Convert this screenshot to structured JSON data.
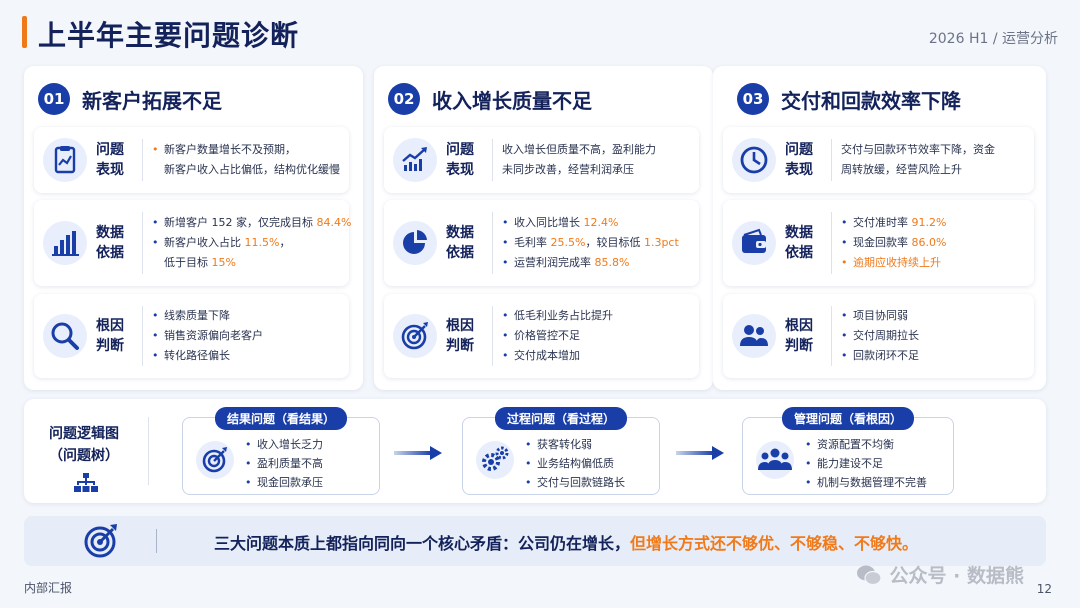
{
  "header": {
    "title": "上半年主要问题诊断",
    "period": "2026 H1 / 运营分析"
  },
  "cards": [
    {
      "num": "01",
      "title": "新客户拓展不足",
      "rows": [
        {
          "label": "问题\n表现",
          "icon": "clipboard-chart-icon",
          "lines": [
            "新客户数量增长不及预期，",
            "新客户收入占比偏低，结构优化缓慢"
          ]
        },
        {
          "label": "数据\n依据",
          "icon": "bar-chart-icon",
          "lines": [
            {
              "text": "新增客户 152 家，仅完成目标 ",
              "hl": "84.4%"
            },
            {
              "text": "新客户收入占比 ",
              "hl": "11.5%",
              "after": "，"
            },
            {
              "text": "低于目标 ",
              "hl": "15%"
            }
          ]
        },
        {
          "label": "根因\n判断",
          "icon": "magnifier-icon",
          "lines": [
            "线索质量下降",
            "销售资源偏向老客户",
            "转化路径偏长"
          ]
        }
      ]
    },
    {
      "num": "02",
      "title": "收入增长质量不足",
      "rows": [
        {
          "label": "问题\n表现",
          "icon": "trend-up-icon",
          "lines": [
            "收入增长但质量不高，盈利能力",
            "未同步改善，经营利润承压"
          ]
        },
        {
          "label": "数据\n依据",
          "icon": "pie-chart-icon",
          "lines": [
            {
              "text": "收入同比增长 ",
              "hl": "12.4%"
            },
            {
              "text": "毛利率 ",
              "hl": "25.5%",
              "after": "，较目标低 ",
              "hl2": "1.3pct"
            },
            {
              "text": "运营利润完成率 ",
              "hl": "85.8%"
            }
          ]
        },
        {
          "label": "根因\n判断",
          "icon": "target-icon",
          "lines": [
            "低毛利业务占比提升",
            "价格管控不足",
            "交付成本增加"
          ]
        }
      ]
    },
    {
      "num": "03",
      "title": "交付和回款效率下降",
      "rows": [
        {
          "label": "问题\n表现",
          "icon": "clock-icon",
          "lines": [
            "交付与回款环节效率下降，资金",
            "周转放缓，经营风险上升"
          ]
        },
        {
          "label": "数据\n依据",
          "icon": "wallet-icon",
          "lines": [
            {
              "text": "交付准时率 ",
              "hl": "91.2%"
            },
            {
              "text": "现金回款率 ",
              "hl": "86.0%"
            },
            {
              "text": "",
              "hl": "逾期应收持续上升"
            }
          ]
        },
        {
          "label": "根因\n判断",
          "icon": "people-icon",
          "lines": [
            "项目协同弱",
            "交付周期拉长",
            "回款闭环不足"
          ]
        }
      ]
    }
  ],
  "logic": {
    "title_line1": "问题逻辑图",
    "title_line2": "（问题树）",
    "boxes": [
      {
        "tag": "结果问题（看结果）",
        "icon": "target-icon",
        "items": [
          "收入增长乏力",
          "盈利质量不高",
          "现金回款承压"
        ]
      },
      {
        "tag": "过程问题（看过程）",
        "icon": "gears-icon",
        "items": [
          "获客转化弱",
          "业务结构偏低质",
          "交付与回款链路长"
        ]
      },
      {
        "tag": "管理问题（看根因）",
        "icon": "team-icon",
        "items": [
          "资源配置不均衡",
          "能力建设不足",
          "机制与数据管理不完善"
        ]
      }
    ]
  },
  "conclusion": {
    "prefix": "三大问题本质上都指向同向一个核心矛盾：公司仍在增长，",
    "highlight": "但增长方式还不够优、不够稳、不够快。"
  },
  "footer": {
    "left": "内部汇报",
    "watermark": "公众号 · 数据熊",
    "page": "12"
  },
  "colors": {
    "primary": "#1a3ea8",
    "accent": "#f07a1a",
    "title": "#13225a"
  }
}
